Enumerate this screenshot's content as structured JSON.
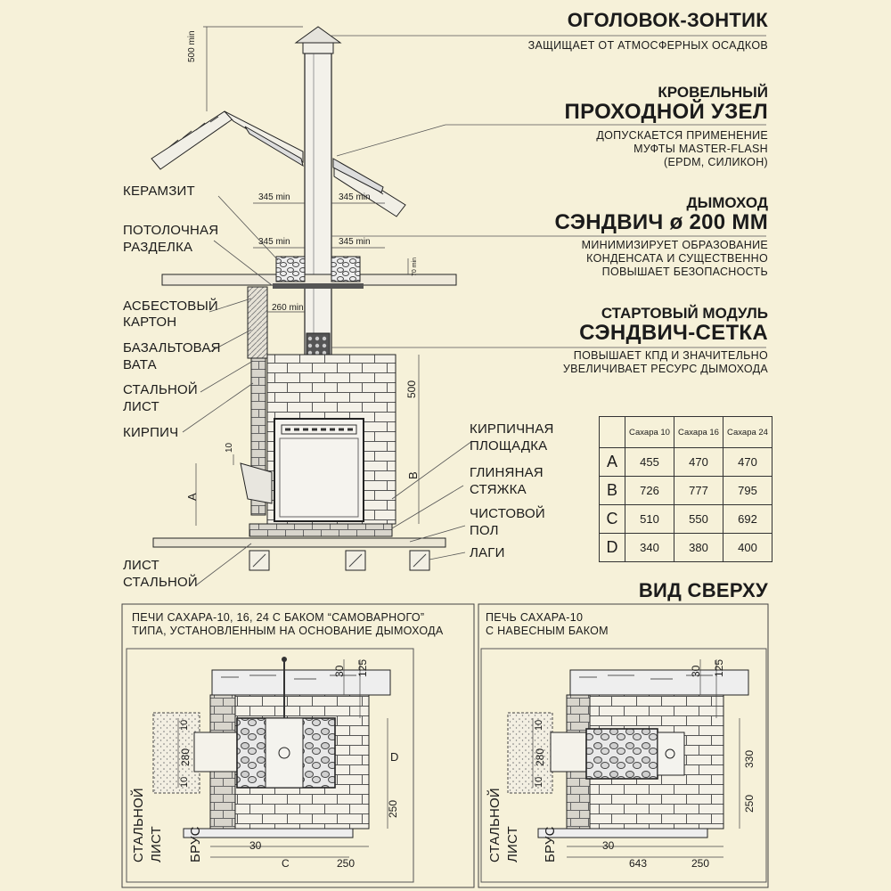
{
  "headings": {
    "cap_title": "ОГОЛОВОК-ЗОНТИК",
    "cap_desc": "ЗАЩИЩАЕТ ОТ АТМОСФЕРНЫХ ОСАДКОВ",
    "roof_title1": "КРОВЕЛЬНЫЙ",
    "roof_title2": "ПРОХОДНОЙ УЗЕЛ",
    "roof_desc1": "ДОПУСКАЕТСЯ ПРИМЕНЕНИЕ",
    "roof_desc2": "МУФТЫ MASTER-FLASH",
    "roof_desc3": "(EPDM, СИЛИКОН)",
    "chimney_title1": "ДЫМОХОД",
    "chimney_title2": "СЭНДВИЧ ø 200 ММ",
    "chimney_desc1": "МИНИМИЗИРУЕТ ОБРАЗОВАНИЕ",
    "chimney_desc2": "КОНДЕНСАТА И СУЩЕСТВЕННО",
    "chimney_desc3": "ПОВЫШАЕТ БЕЗОПАСНОСТЬ",
    "start_title1": "СТАРТОВЫЙ МОДУЛЬ",
    "start_title2": "СЭНДВИЧ-СЕТКА",
    "start_desc1": "ПОВЫШАЕТ КПД И ЗНАЧИТЕЛЬНО",
    "start_desc2": "УВЕЛИЧИВАЕТ РЕСУРС ДЫМОХОДА",
    "top_view": "ВИД СВЕРХУ"
  },
  "left_labels": {
    "keramzit": "КЕРАМЗИТ",
    "razdelka1": "ПОТОЛОЧНАЯ",
    "razdelka2": "РАЗДЕЛКА",
    "asbest1": "АСБЕСТОВЫЙ",
    "asbest2": "КАРТОН",
    "bazalt1": "БАЗАЛЬТОВАЯ",
    "bazalt2": "ВАТА",
    "steel1": "СТАЛЬНОЙ",
    "steel2": "ЛИСТ",
    "brick": "КИРПИЧ",
    "list1": "ЛИСТ",
    "list2": "СТАЛЬНОЙ"
  },
  "right_labels": {
    "platform1": "КИРПИЧНАЯ",
    "platform2": "ПЛОЩАДКА",
    "clay1": "ГЛИНЯНАЯ",
    "clay2": "СТЯЖКА",
    "floor1": "ЧИСТОВОЙ",
    "floor2": "ПОЛ",
    "lagi": "ЛАГИ"
  },
  "dims": {
    "d500min": "500 min",
    "d345a": "345 min",
    "d345b": "345 min",
    "d345c": "345 min",
    "d345d": "345 min",
    "d70": "70 min",
    "d260": "260 min",
    "d500": "500",
    "d10": "10",
    "dA": "A",
    "dB": "B"
  },
  "spec_table": {
    "columns": [
      "Сахара 10",
      "Сахара 16",
      "Сахара 24"
    ],
    "rows": [
      {
        "key": "A",
        "values": [
          "455",
          "470",
          "470"
        ]
      },
      {
        "key": "B",
        "values": [
          "726",
          "777",
          "795"
        ]
      },
      {
        "key": "C",
        "values": [
          "510",
          "550",
          "692"
        ]
      },
      {
        "key": "D",
        "values": [
          "340",
          "380",
          "400"
        ]
      }
    ]
  },
  "plan_left": {
    "caption1": "ПЕЧИ САХАРА-10, 16, 24 С БАКОМ “САМОВАРНОГО”",
    "caption2": "ТИПА, УСТАНОВЛЕННЫМ НА ОСНОВАНИЕ ДЫМОХОДА",
    "d125": "125",
    "d30a": "30",
    "d10a": "10",
    "d280": "280",
    "d10b": "10",
    "dD": "D",
    "d250a": "250",
    "d30b": "30",
    "dC": "C",
    "d250b": "250",
    "steel1": "СТАЛЬНОЙ",
    "steel2": "ЛИСТ",
    "brus": "БРУС"
  },
  "plan_right": {
    "caption1": "ПЕЧЬ САХАРА-10",
    "caption2": "С НАВЕСНЫМ БАКОМ",
    "d125": "125",
    "d30a": "30",
    "d10a": "10",
    "d280": "280",
    "d10b": "10",
    "d330": "330",
    "d250a": "250",
    "d30b": "30",
    "d643": "643",
    "d250b": "250",
    "steel1": "СТАЛЬНОЙ",
    "steel2": "ЛИСТ",
    "brus": "БРУС"
  }
}
